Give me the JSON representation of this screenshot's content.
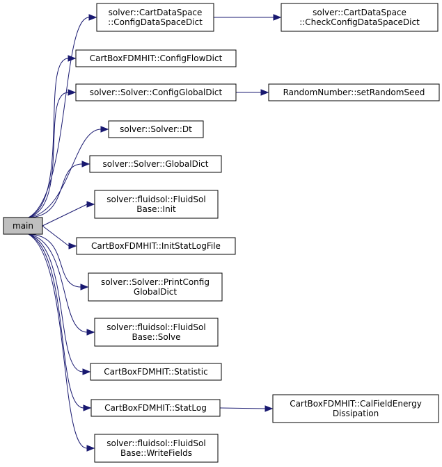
{
  "colors": {
    "edge": "#191970",
    "root_fill": "#bfbfbf",
    "node_fill": "#ffffff",
    "node_border": "#000000"
  },
  "nodes": {
    "main": {
      "lines": [
        "main"
      ]
    },
    "cds_config": {
      "lines": [
        "solver::CartDataSpace",
        "::ConfigDataSpaceDict"
      ]
    },
    "cds_check": {
      "lines": [
        "solver::CartDataSpace",
        "::CheckConfigDataSpaceDict"
      ]
    },
    "flow_dict": {
      "lines": [
        "CartBoxFDMHIT::ConfigFlowDict"
      ]
    },
    "global_dict": {
      "lines": [
        "solver::Solver::ConfigGlobalDict"
      ]
    },
    "random_seed": {
      "lines": [
        "RandomNumber::setRandomSeed"
      ]
    },
    "dt": {
      "lines": [
        "solver::Solver::Dt"
      ]
    },
    "get_global": {
      "lines": [
        "solver::Solver::GlobalDict"
      ]
    },
    "fluid_init": {
      "lines": [
        "solver::fluidsol::FluidSol",
        "Base::Init"
      ]
    },
    "init_stat": {
      "lines": [
        "CartBoxFDMHIT::InitStatLogFile"
      ]
    },
    "print_config": {
      "lines": [
        "solver::Solver::PrintConfig",
        "GlobalDict"
      ]
    },
    "fluid_solve": {
      "lines": [
        "solver::fluidsol::FluidSol",
        "Base::Solve"
      ]
    },
    "statistic": {
      "lines": [
        "CartBoxFDMHIT::Statistic"
      ]
    },
    "stat_log": {
      "lines": [
        "CartBoxFDMHIT::StatLog"
      ]
    },
    "cal_field": {
      "lines": [
        "CartBoxFDMHIT::CalFieldEnergy",
        "Dissipation"
      ]
    },
    "write_fields": {
      "lines": [
        "solver::fluidsol::FluidSol",
        "Base::WriteFields"
      ]
    }
  },
  "edges": [
    [
      "main",
      "cds_config"
    ],
    [
      "main",
      "flow_dict"
    ],
    [
      "main",
      "global_dict"
    ],
    [
      "main",
      "dt"
    ],
    [
      "main",
      "get_global"
    ],
    [
      "main",
      "fluid_init"
    ],
    [
      "main",
      "init_stat"
    ],
    [
      "main",
      "print_config"
    ],
    [
      "main",
      "fluid_solve"
    ],
    [
      "main",
      "statistic"
    ],
    [
      "main",
      "stat_log"
    ],
    [
      "main",
      "write_fields"
    ],
    [
      "cds_config",
      "cds_check"
    ],
    [
      "global_dict",
      "random_seed"
    ],
    [
      "stat_log",
      "cal_field"
    ]
  ]
}
